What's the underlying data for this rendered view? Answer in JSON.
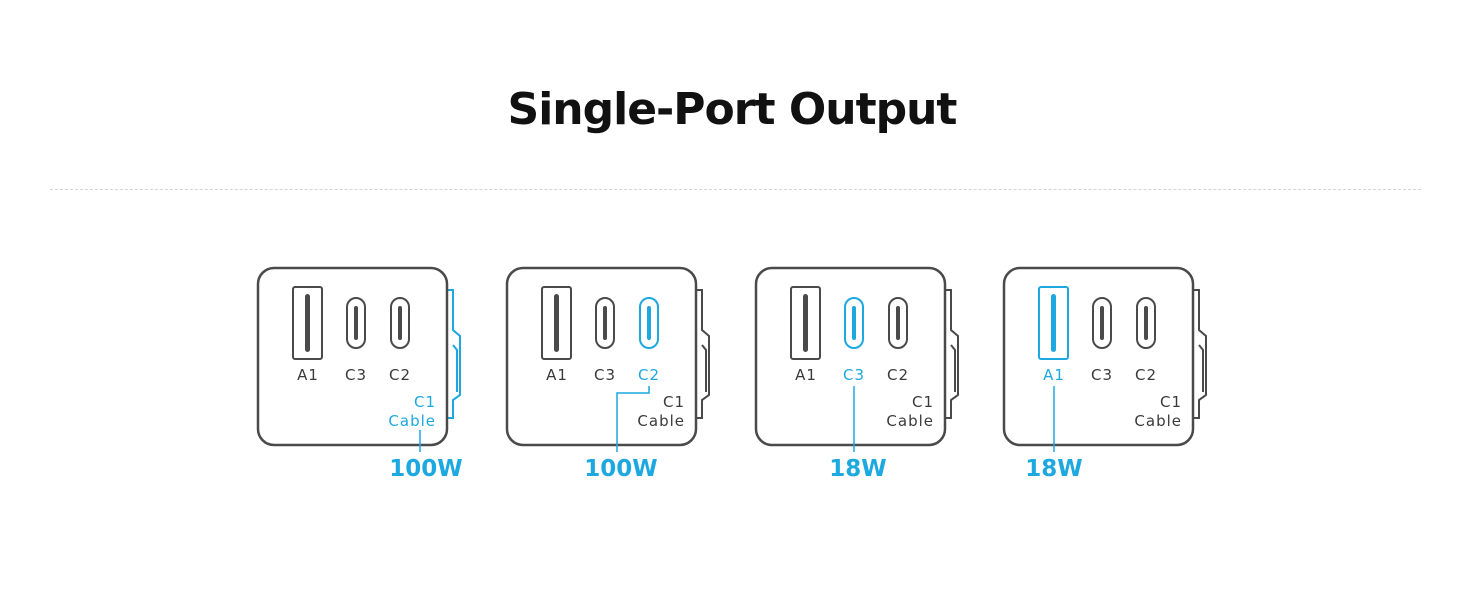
{
  "title": "Single-Port Output",
  "colors": {
    "accent": "#1da8e0",
    "outline": "#4a4a4a",
    "text": "#3a3a3a"
  },
  "ports": [
    "A1",
    "C3",
    "C2"
  ],
  "cable": {
    "line1": "C1",
    "line2": "Cable"
  },
  "chargers": [
    {
      "active": "C1",
      "watt": "100W"
    },
    {
      "active": "C2",
      "watt": "100W"
    },
    {
      "active": "C3",
      "watt": "18W"
    },
    {
      "active": "A1",
      "watt": "18W"
    }
  ]
}
